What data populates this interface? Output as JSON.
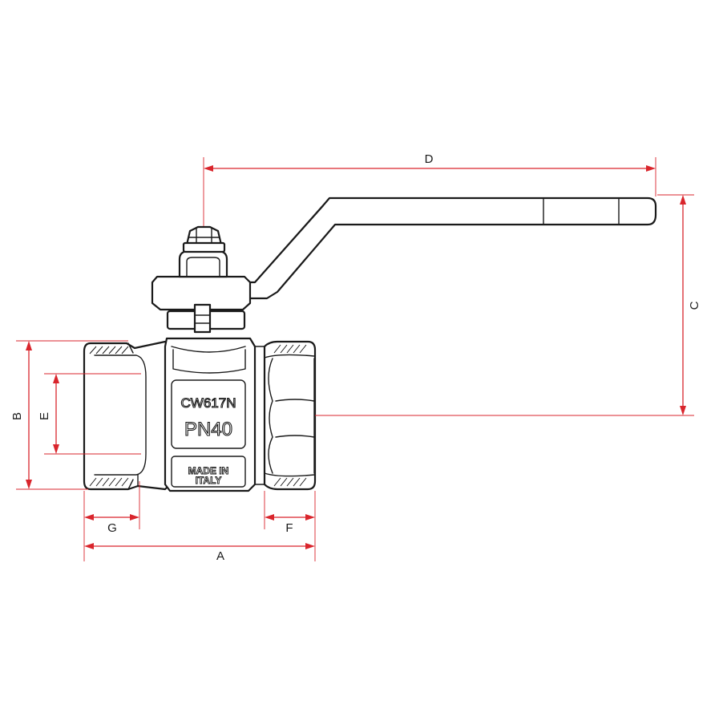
{
  "dimensions": {
    "A": "A",
    "B": "B",
    "C": "C",
    "D": "D",
    "E": "E",
    "F": "F",
    "G": "G"
  },
  "body_markings": {
    "material": "CW617N",
    "pressure": "PN40",
    "origin_line1": "MADE IN",
    "origin_line2": "ITALY"
  },
  "colors": {
    "dimension": "#d9252c",
    "outline": "#1a1a1a"
  }
}
